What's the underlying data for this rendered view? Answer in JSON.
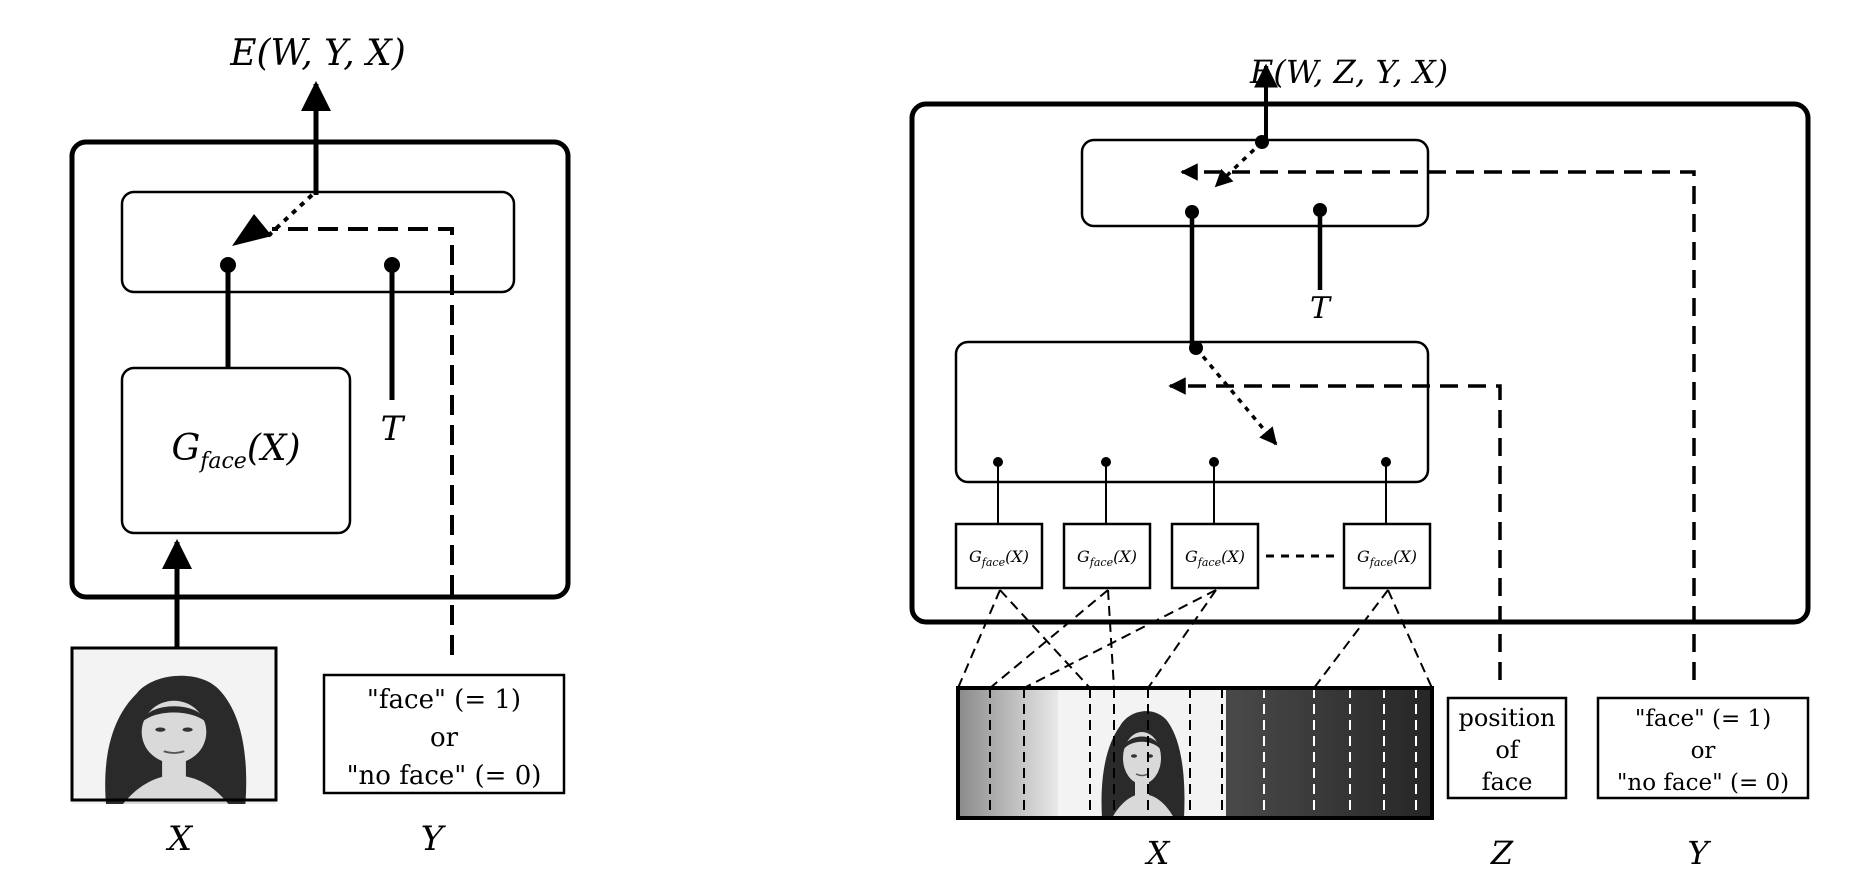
{
  "left_diagram": {
    "energy_label": "E(W, Y, X)",
    "module_label": "G",
    "module_subscript": "face",
    "module_arg": "(X)",
    "threshold_label": "T",
    "input_image_caption": "X",
    "target_lines": [
      "\"face\" (= 1)",
      "or",
      "\"no face\" (= 0)"
    ],
    "target_caption": "Y"
  },
  "right_diagram": {
    "energy_label": "E(W, Z, Y, X)",
    "threshold_label": "T",
    "replicas": [
      {
        "label": "G",
        "sub": "face",
        "arg": "(X)"
      },
      {
        "label": "G",
        "sub": "face",
        "arg": "(X)"
      },
      {
        "label": "G",
        "sub": "face",
        "arg": "(X)"
      },
      {
        "label": "G",
        "sub": "face",
        "arg": "(X)"
      }
    ],
    "input_image_caption": "X",
    "position_lines": [
      "position",
      "of",
      "face"
    ],
    "position_caption": "Z",
    "target_lines": [
      "\"face\" (= 1)",
      "or",
      "\"no face\" (= 0)"
    ],
    "target_caption": "Y"
  },
  "colors": {
    "stroke": "#000000",
    "background": "#ffffff",
    "photo_bg": "#f3f3f3",
    "hair": "#2a2a2a",
    "skin": "#d9d9d9"
  }
}
